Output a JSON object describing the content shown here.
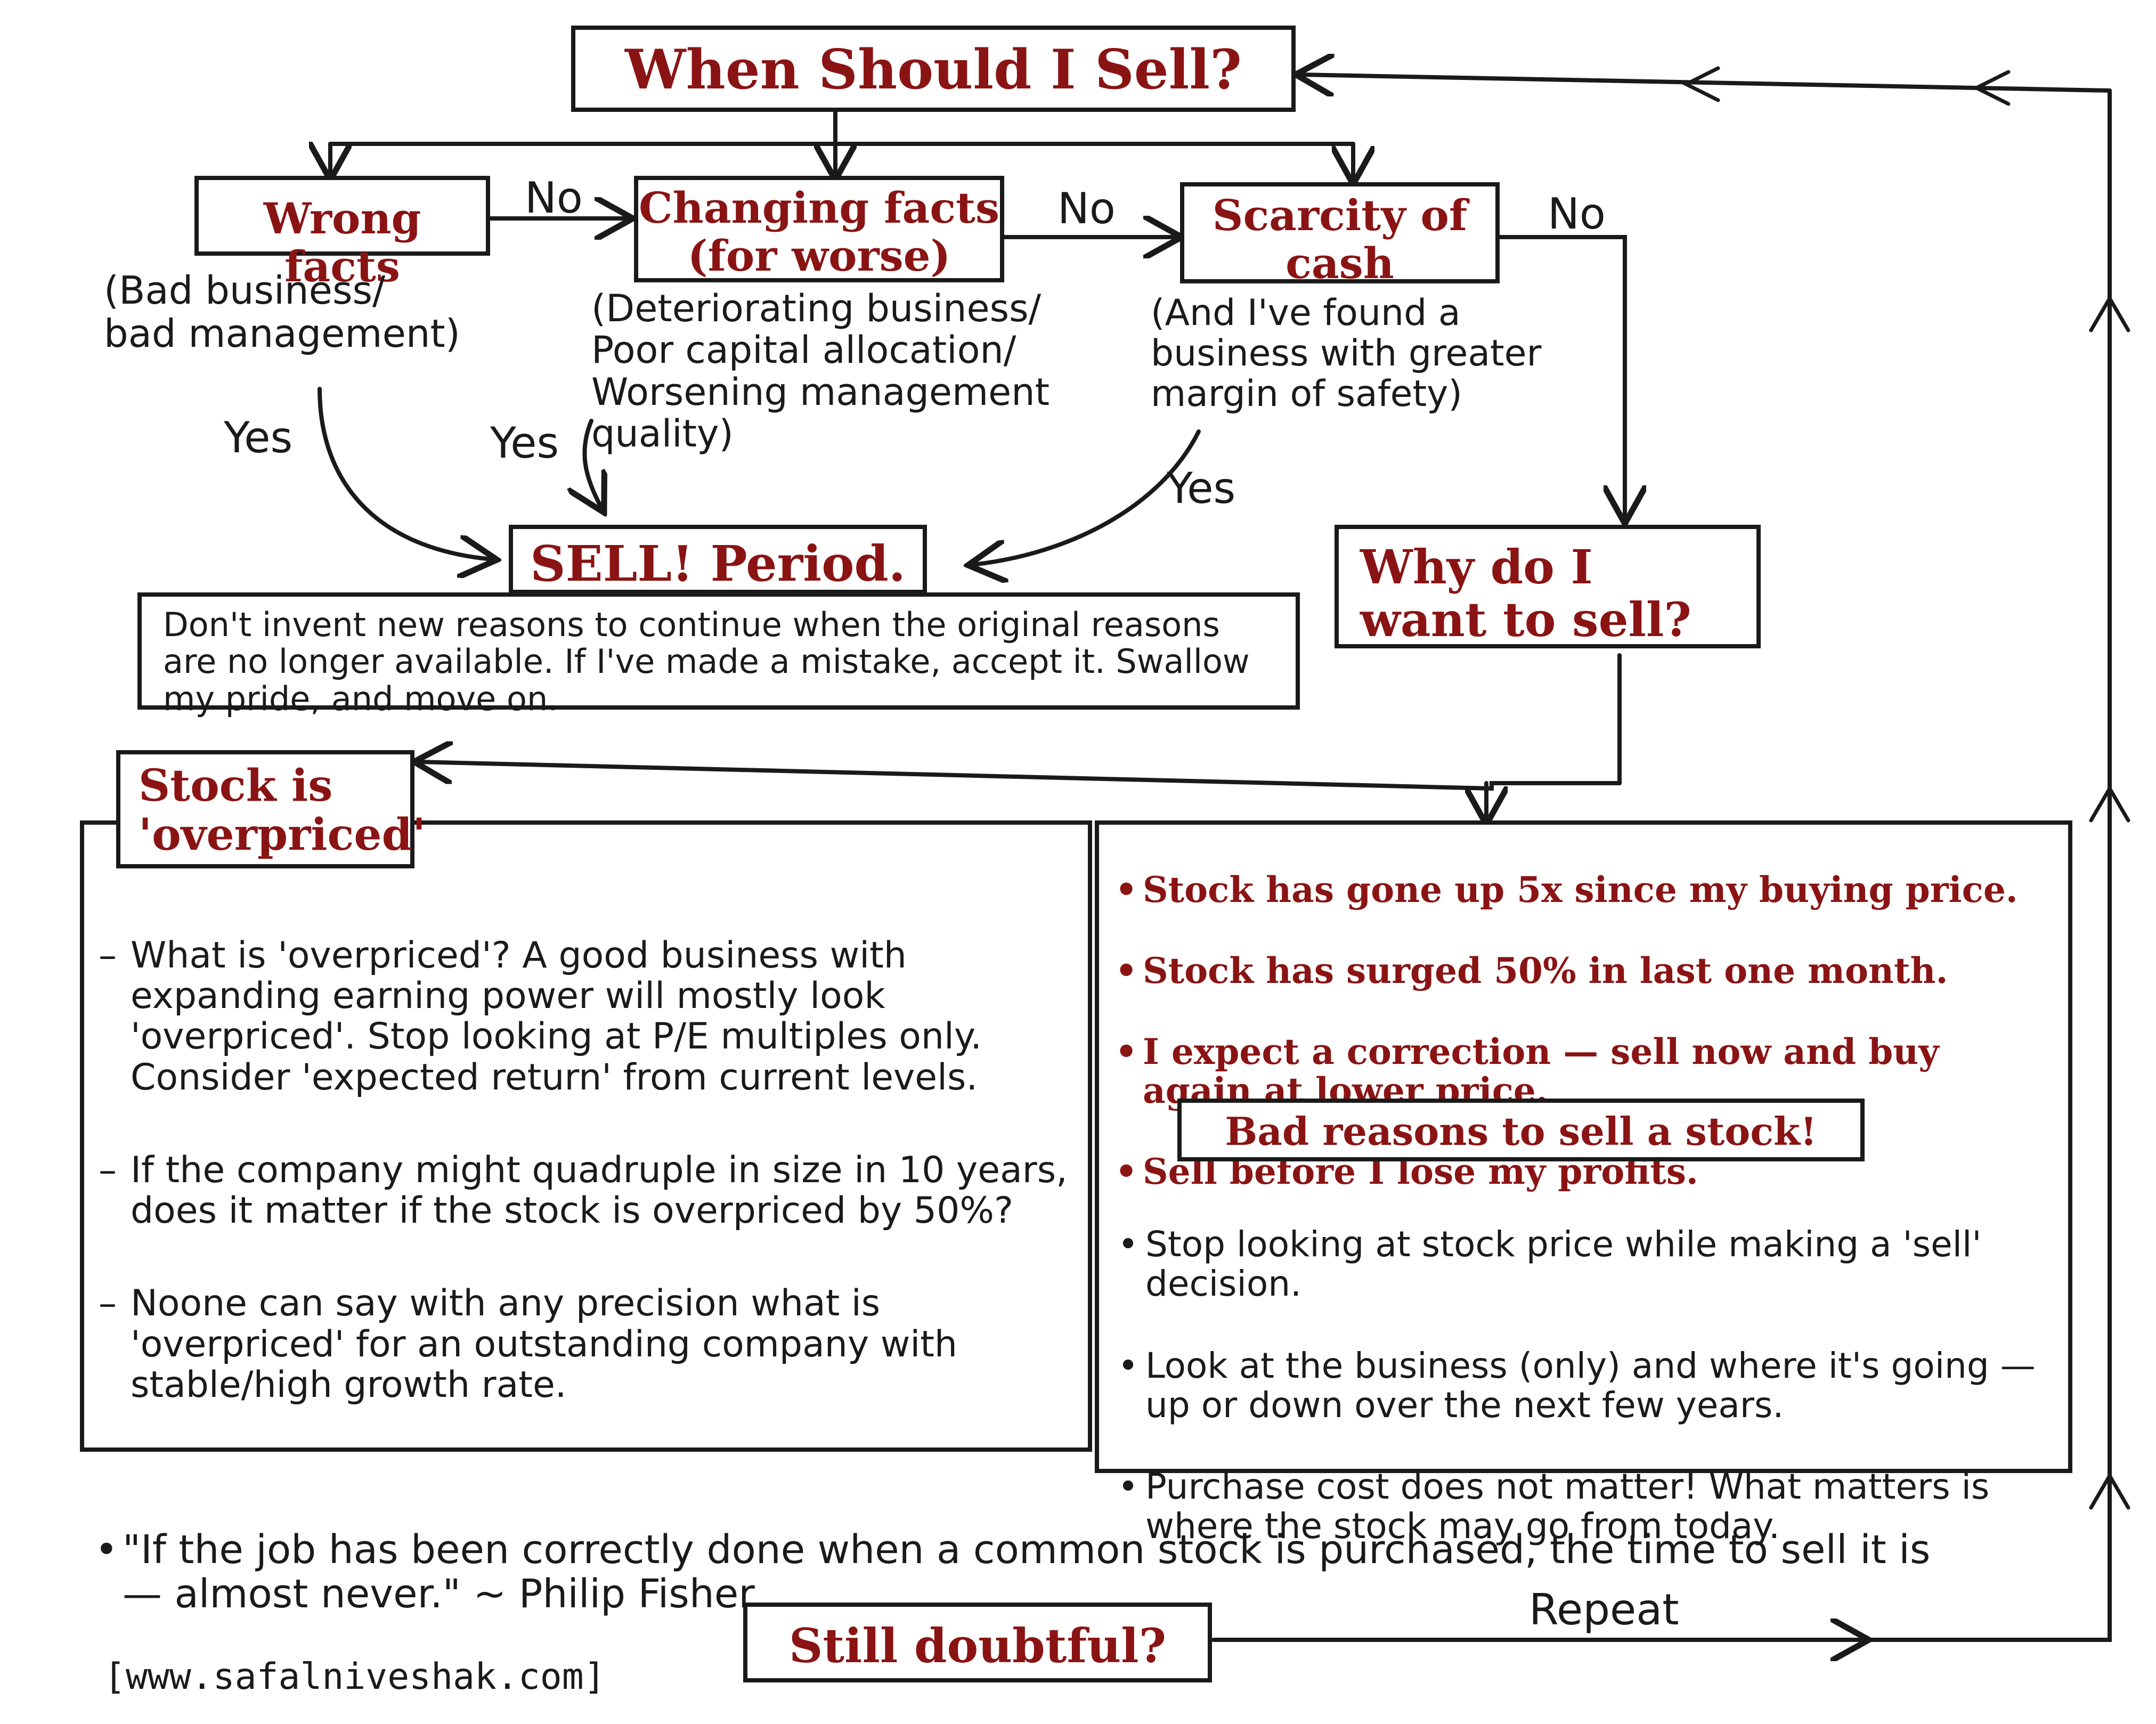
{
  "title": "When Should I Sell?",
  "wrong_facts": {
    "label": "Wrong facts",
    "note": "(Bad business/\nbad management)"
  },
  "changing_facts": {
    "label": "Changing facts\n(for worse)",
    "note": "(Deteriorating business/\nPoor capital allocation/\nWorsening management\nquality)"
  },
  "scarcity": {
    "label": "Scarcity of\ncash",
    "note": "(And I've found a\nbusiness with greater\nmargin of safety)"
  },
  "edge_labels": {
    "no1": "No",
    "no2": "No",
    "no3": "No",
    "yes1": "Yes",
    "yes2": "Yes",
    "yes3": "Yes",
    "repeat": "Repeat"
  },
  "sell": {
    "label": "SELL! Period.",
    "note": "Don't invent new reasons to continue when the original reasons are no longer available. If I've made a mistake, accept it. Swallow my pride, and move on."
  },
  "why": {
    "label": "Why do I\nwant to sell?"
  },
  "overpriced": {
    "label": "Stock is\n'overpriced'",
    "points": [
      "What is 'overpriced'? A good business with expanding earning power will mostly look 'overpriced'. Stop looking at P/E multiples only. Consider 'expected return' from current levels.",
      "If the company might quadruple in size in 10 years, does it matter if the stock is overpriced by 50%?",
      "Noone can say with any precision what is 'overpriced' for an outstanding company with stable/high growth rate."
    ]
  },
  "bad_reasons": {
    "items": [
      "Stock has gone up 5x since my buying price.",
      "Stock has surged 50% in last one month.",
      "I expect a correction — sell now and buy again at lower price.",
      "Sell before I lose my profits."
    ],
    "label": "Bad reasons to sell a stock!"
  },
  "advice": {
    "items": [
      "Stop looking at stock price while making a 'sell' decision.",
      "Look at the business (only) and where it's going — up or down over the next few years.",
      "Purchase cost does not matter! What matters is where the stock may go from today."
    ]
  },
  "quote": "\"If the job has been correctly done when a common stock is purchased, the time to sell it is — almost never.\" ~ Philip Fisher",
  "still_doubtful": "Still doubtful?",
  "website": "[www.safalniveshak.com]",
  "colors": {
    "ink": "#1a1a1a",
    "accent": "#8a1414"
  }
}
